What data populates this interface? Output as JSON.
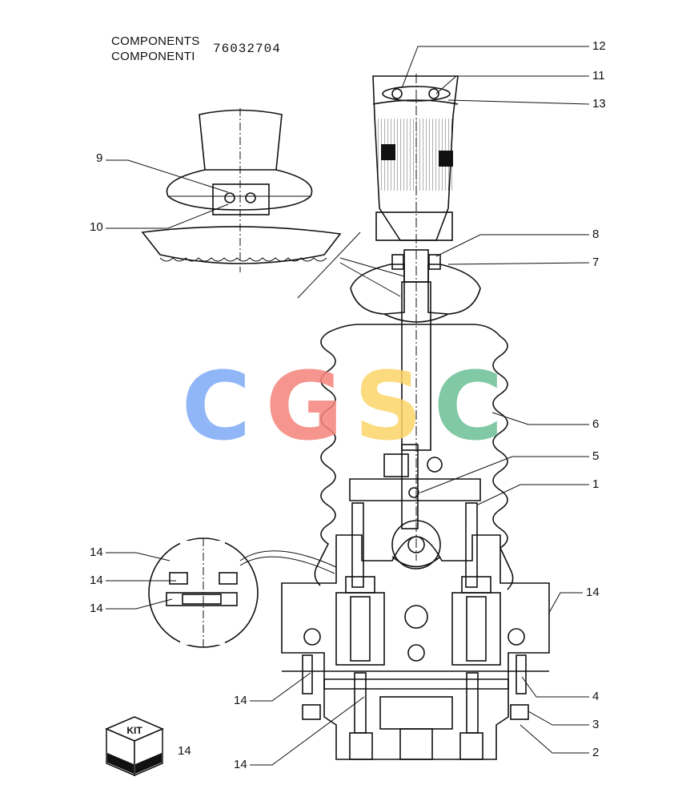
{
  "header": {
    "title_line1": "COMPONENTS",
    "title_line2": "COMPONENTI",
    "part_number": "76032704"
  },
  "callouts": {
    "c12": "12",
    "c11": "11",
    "c13": "13",
    "c8": "8",
    "c7": "7",
    "c9": "9",
    "c10": "10",
    "c6": "6",
    "c5": "5",
    "c1": "1",
    "c14_right": "14",
    "c4": "4",
    "c3": "3",
    "c2": "2",
    "c14_det_a": "14",
    "c14_det_b": "14",
    "c14_det_c": "14",
    "c14_lower_a": "14",
    "c14_lower_b": "14"
  },
  "kit": {
    "label": "KIT",
    "ref": "14"
  },
  "watermark": {
    "letters": [
      "C",
      "G",
      "S",
      "C"
    ],
    "colors": [
      "#7eaaf6",
      "#f4837a",
      "#fbd567",
      "#6cbf95"
    ]
  }
}
